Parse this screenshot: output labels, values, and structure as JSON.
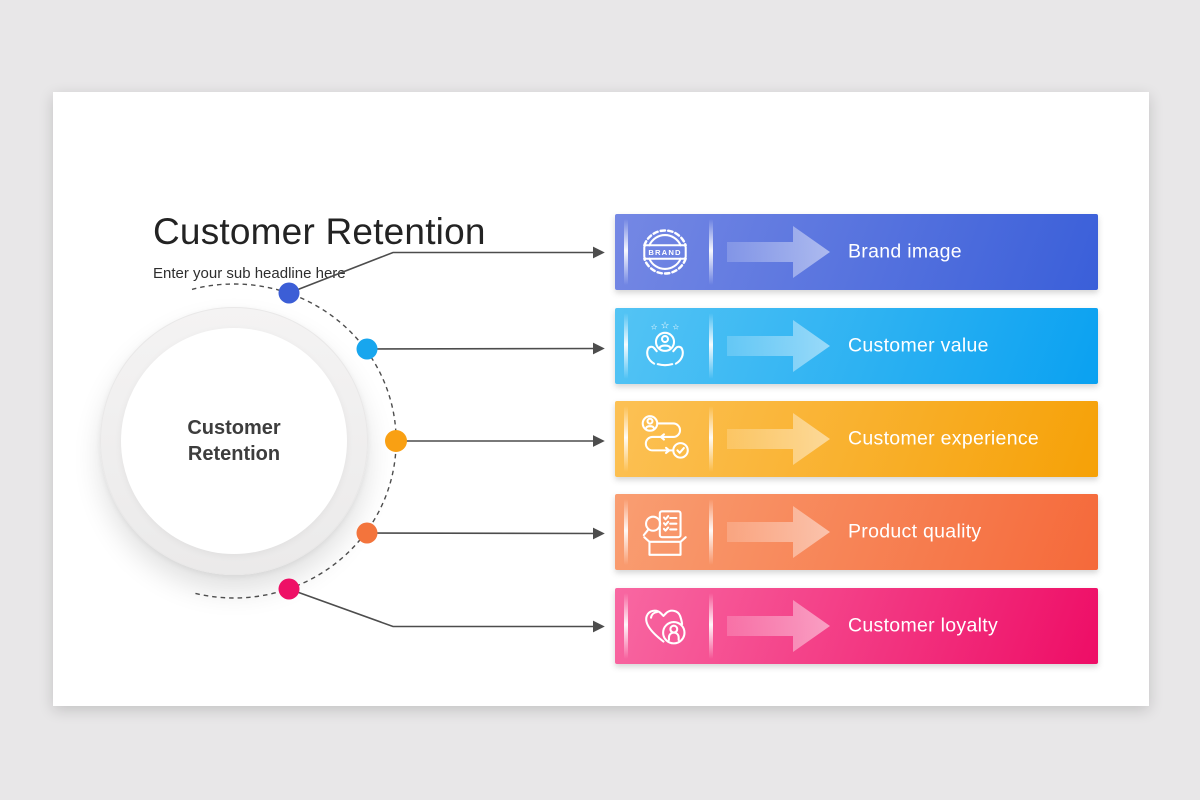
{
  "page": {
    "background": "#e8e7e8",
    "card_background": "#ffffff"
  },
  "slide": {
    "title": "Customer Retention",
    "subtitle": "Enter your sub headline here"
  },
  "center_circle": {
    "line1": "Customer",
    "line2": "Retention"
  },
  "connector_color": "#4d4d4d",
  "badge_text": "BRAND",
  "star_glyph": "☆",
  "items": [
    {
      "label": "Brand image",
      "icon": "brand-badge-icon",
      "gradient_start": "#7588e4",
      "gradient_end": "#3a5fd9",
      "dot_color": "#3c5ed6"
    },
    {
      "label": "Customer value",
      "icon": "customer-value-icon",
      "gradient_start": "#54c4f4",
      "gradient_end": "#0aa1f1",
      "dot_color": "#18a6ee"
    },
    {
      "label": "Customer experience",
      "icon": "customer-experience-icon",
      "gradient_start": "#fcc155",
      "gradient_end": "#f6a107",
      "dot_color": "#f9a013"
    },
    {
      "label": "Product quality",
      "icon": "product-quality-icon",
      "gradient_start": "#f99e72",
      "gradient_end": "#f5693a",
      "dot_color": "#f3743c"
    },
    {
      "label": "Customer loyalty",
      "icon": "customer-loyalty-icon",
      "gradient_start": "#f868a2",
      "gradient_end": "#ee0d66",
      "dot_color": "#ee1066"
    }
  ]
}
